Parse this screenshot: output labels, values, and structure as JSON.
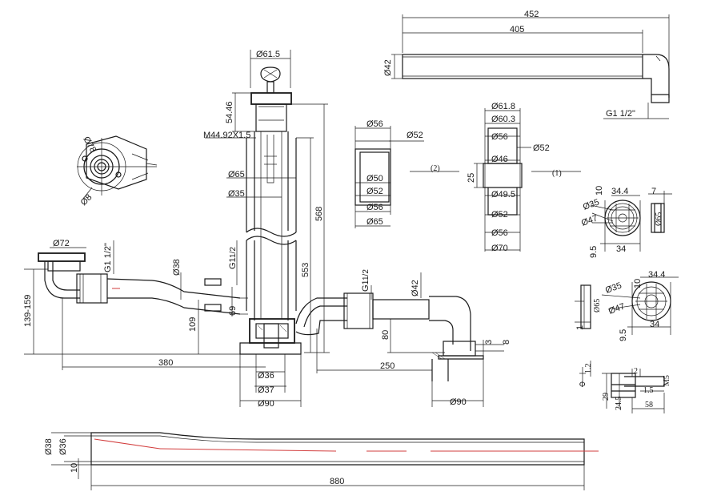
{
  "labels": {
    "d61_5": "Ø61.5",
    "d54_46": "54.46",
    "m44": "M44.92X1.5",
    "d65": "Ø65",
    "d35a": "Ø35",
    "n568": "568",
    "n553": "553",
    "d72": "Ø72",
    "g112a": "G1 1/2\"",
    "d38a": "Ø38",
    "g112b": "G1",
    "half": "1/2",
    "n139": "139-159",
    "n109": "109",
    "n69": "69",
    "n380": "380",
    "d36a": "Ø36",
    "d37": "Ø37",
    "d90a": "Ø90",
    "g112c": "G1",
    "half2": "1/2",
    "d42a": "Ø42",
    "n80": "80",
    "n250": "250",
    "n3": "3",
    "n8": "8",
    "d90b": "Ø90",
    "n452": "452",
    "n405": "405",
    "d42b": "Ø42",
    "g112d": "G1 1/2\"",
    "d56a": "Ø56",
    "d52a": "Ø52",
    "d50": "Ø50",
    "d52b": "Ø52",
    "d56b": "Ø56",
    "d65b": "Ø65",
    "ref2": "(2)",
    "d61_8": "Ø61.8",
    "d60_3": "Ø60.3",
    "d56c": "Ø56",
    "d52c": "Ø52",
    "d46": "Ø46",
    "n25": "25",
    "d49_5": "Ø49.5",
    "d52d": "Ø52",
    "d56d": "Ø56",
    "d70": "Ø70",
    "ref1": "(1)",
    "d78": "Ø78",
    "d8": "Ø8",
    "d35b": "Ø35",
    "n34_4a": "34.4",
    "n7": "7",
    "n10a": "10",
    "d47a": "Ø47",
    "d65c": "Ø65",
    "n9_5a": "9.5",
    "n34a": "34",
    "d35c": "Ø35",
    "n34_4b": "34.4",
    "n10b": "10",
    "d65d": "Ø65",
    "d47b": "Ø47",
    "n1": "1",
    "n9_5b": "9.5",
    "n34b": "34",
    "phi": "Φ",
    "n1_2": "1.2",
    "m5": "M5",
    "n2": "2",
    "n1_5": "1.5",
    "n29": "29",
    "n24_5": "24.5",
    "n58": "58",
    "d38b": "Ø38",
    "d36b": "Ø36",
    "n10c": "10",
    "n880": "880"
  }
}
